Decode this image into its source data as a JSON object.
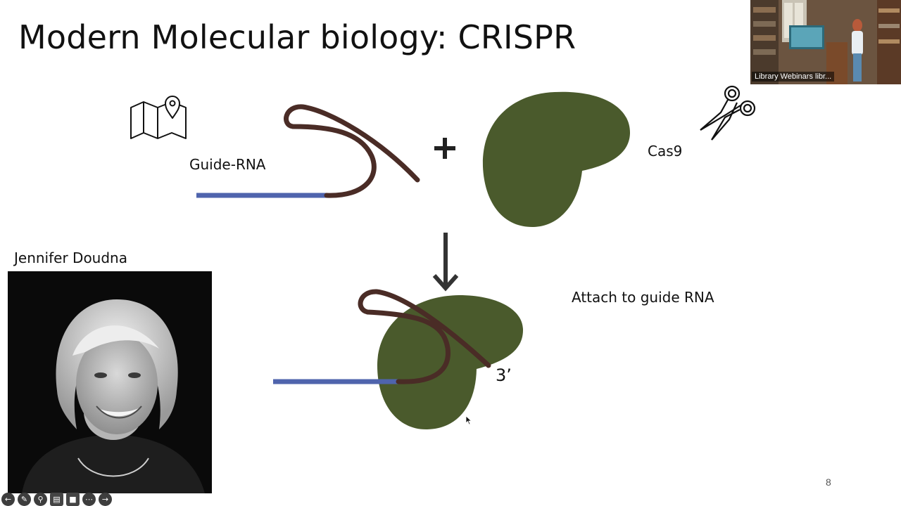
{
  "slide": {
    "title": "Modern Molecular biology: CRISPR",
    "page_number": "8"
  },
  "labels": {
    "guide_rna": "Guide-RNA",
    "cas9": "Cas9",
    "attach": "Attach to guide RNA",
    "three_prime": "3’",
    "person": "Jennifer Doudna"
  },
  "webcam": {
    "caption": "Library Webinars libr..."
  },
  "toolbar": {
    "items": [
      "prev-icon",
      "pen-icon",
      "zoom-icon",
      "subtitles-icon",
      "camera-icon",
      "more-icon",
      "next-icon"
    ]
  },
  "colors": {
    "protein": "#4a5a2c",
    "rna": "#4a2c26",
    "dna": "#4f64ad",
    "arrow": "#333333"
  }
}
